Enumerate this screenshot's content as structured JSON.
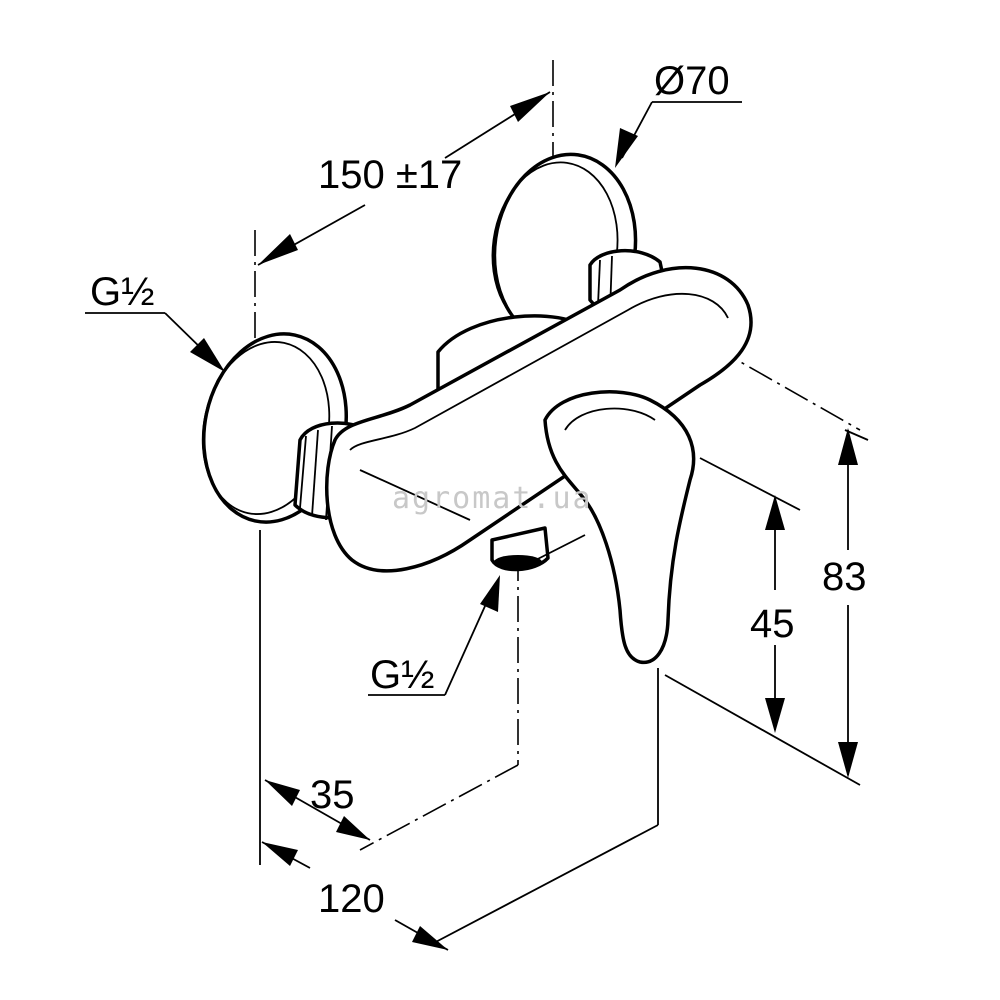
{
  "dimensions": {
    "inlet_spacing": "150 ±17",
    "rosette_diameter": "Ø70",
    "inlet_thread_left": "G½",
    "outlet_thread": "G½",
    "lever_height": "45",
    "overall_height": "83",
    "outlet_offset": "35",
    "overall_depth": "120"
  },
  "watermark": "agromat.ua",
  "colors": {
    "line": "#000000",
    "background": "#ffffff",
    "watermark": "#c8c8c8"
  }
}
